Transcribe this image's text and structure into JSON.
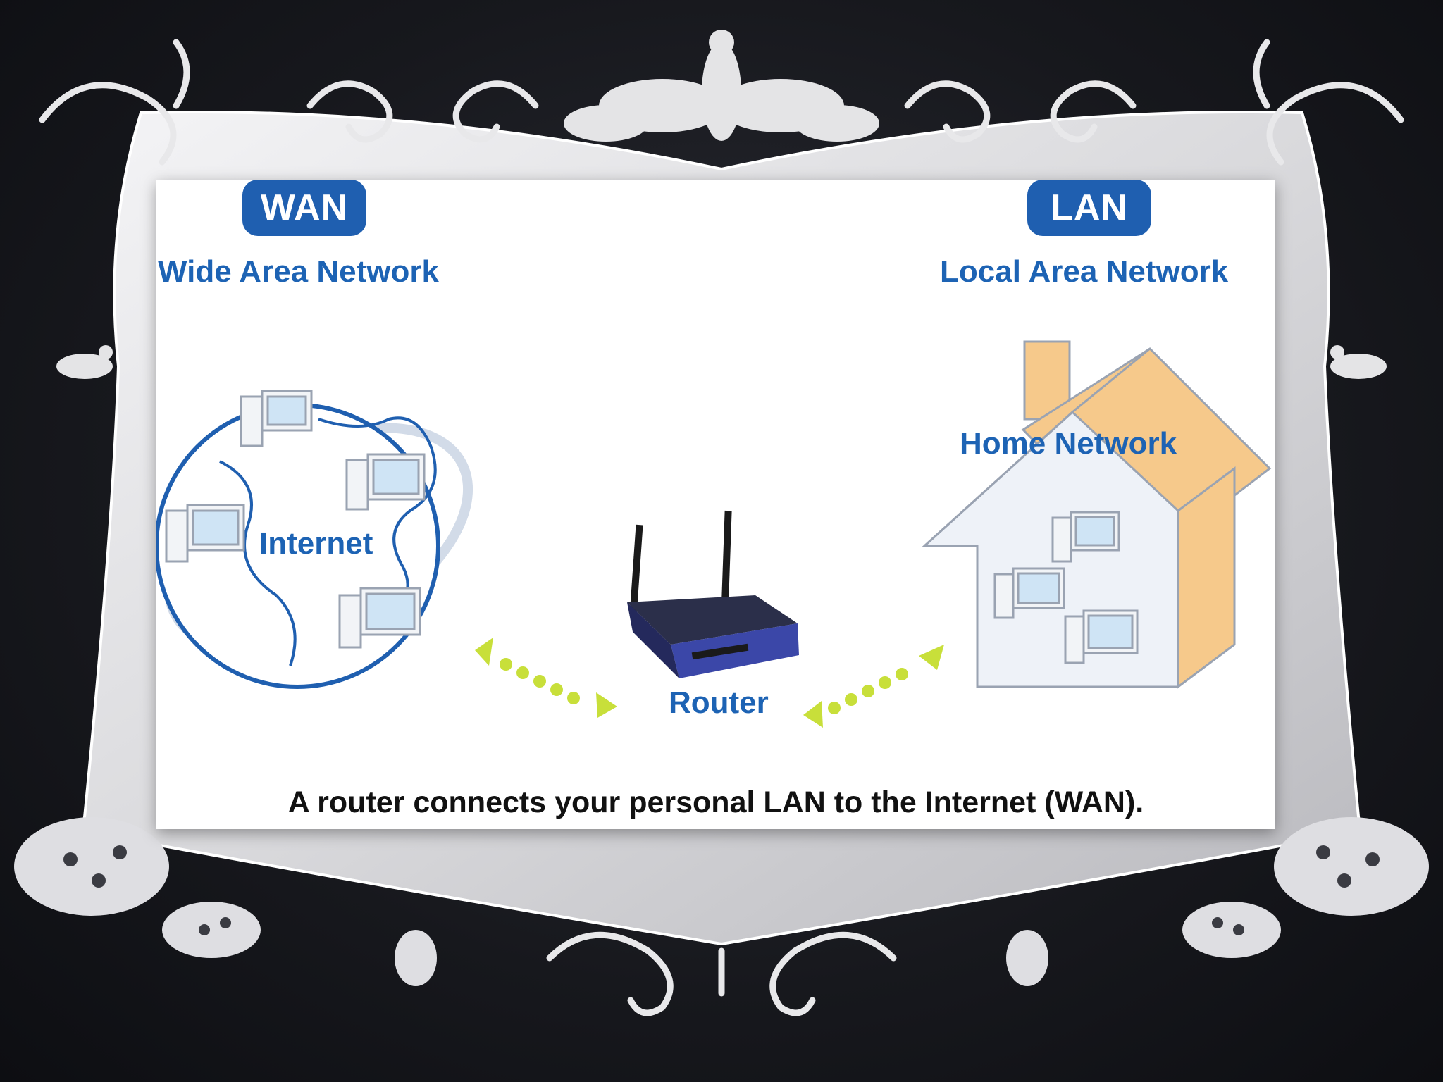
{
  "slide": {
    "background": "#17181d",
    "frame_color": "#e4e4e6"
  },
  "diagram": {
    "wan": {
      "badge": "WAN",
      "subtitle": "Wide Area Network",
      "node_label": "Internet"
    },
    "lan": {
      "badge": "LAN",
      "subtitle": "Local Area Network",
      "node_label": "Home Network"
    },
    "router": {
      "label": "Router"
    },
    "caption": "A router connects your personal LAN to the Internet (WAN).",
    "colors": {
      "badge": "#1f5fb0",
      "label_text": "#1d63b4",
      "arrow": "#c8df3a",
      "router_body": "#2e3a8c",
      "house_accent": "#f6c98b"
    }
  }
}
